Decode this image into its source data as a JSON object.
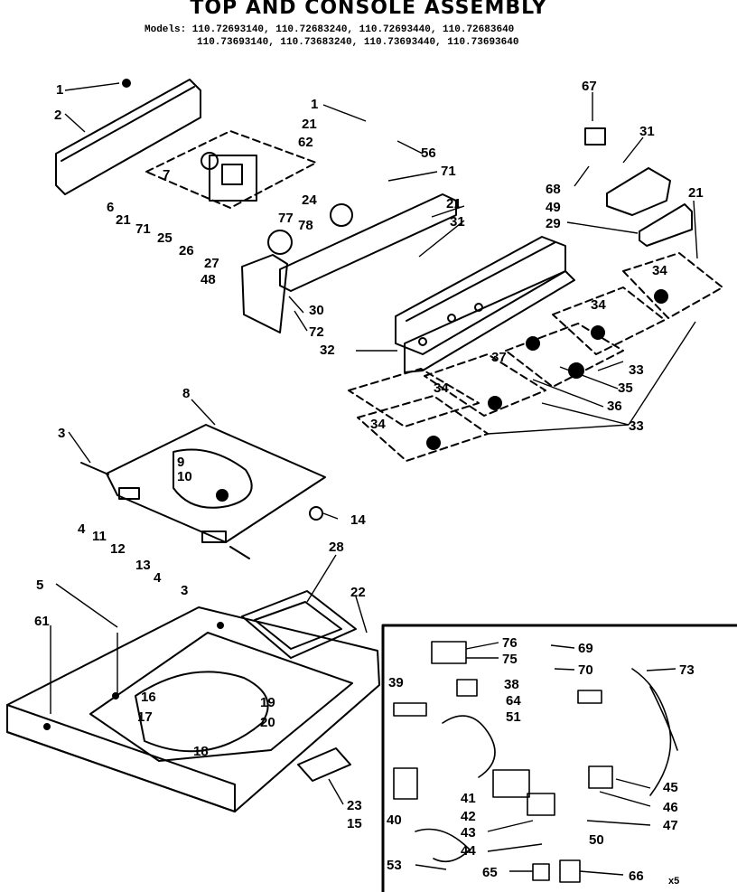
{
  "title": "TOP AND CONSOLE ASSEMBLY",
  "models": {
    "line1": "Models: 110.72693140, 110.72683240, 110.72693440, 110.72683640",
    "line2": "110.73693140, 110.73683240, 110.73693440, 110.73693640"
  },
  "callouts": [
    "1",
    "2",
    "1",
    "21",
    "62",
    "56",
    "71",
    "67",
    "31",
    "68",
    "49",
    "21",
    "29",
    "6",
    "7",
    "24",
    "21",
    "31",
    "21",
    "71",
    "77",
    "78",
    "25",
    "26",
    "27",
    "48",
    "30",
    "72",
    "32",
    "34",
    "34",
    "37",
    "33",
    "35",
    "36",
    "34",
    "34",
    "33",
    "8",
    "3",
    "9",
    "10",
    "4",
    "11",
    "12",
    "13",
    "4",
    "3",
    "14",
    "28",
    "22",
    "5",
    "61",
    "16",
    "19",
    "17",
    "20",
    "18",
    "23",
    "15",
    "76",
    "69",
    "75",
    "70",
    "73",
    "39",
    "38",
    "64",
    "51",
    "40",
    "41",
    "42",
    "43",
    "44",
    "45",
    "46",
    "47",
    "50",
    "53",
    "65",
    "66"
  ],
  "image_code": "x5"
}
